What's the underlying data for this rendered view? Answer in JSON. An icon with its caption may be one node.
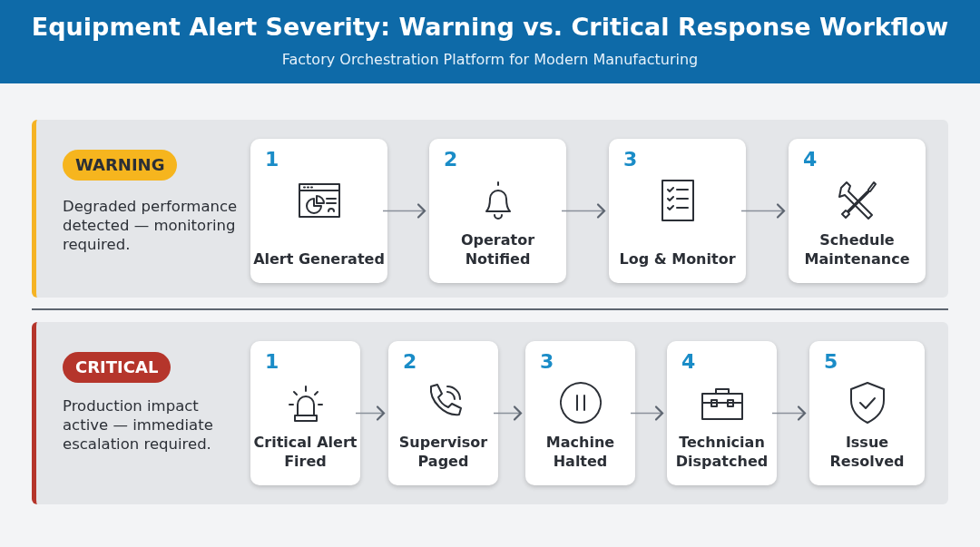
{
  "diagram": {
    "title": "Equipment Alert Severity: Warning vs. Critical Response Workflow",
    "nodes": [
      {
        "text": [
          "WARNING",
          "Degraded performance detected — monitoring required."
        ]
      },
      {
        "text": [
          "1",
          "Alert Generated"
        ],
        "in": 0
      },
      {
        "text": [
          "2",
          "Operator Notified"
        ],
        "in": 0
      },
      {
        "text": [
          "3",
          "Log & Monitor"
        ],
        "in": 0
      },
      {
        "text": [
          "4",
          "Schedule Maintenance"
        ],
        "in": 0
      },
      {
        "text": [
          "CRITICAL",
          "Production impact active — immediate escalation required."
        ]
      },
      {
        "text": [
          "1",
          "Critical Alert Fired"
        ],
        "in": 5
      },
      {
        "text": [
          "2",
          "Supervisor Paged"
        ],
        "in": 5
      },
      {
        "text": [
          "3",
          "Machine Halted"
        ],
        "in": 5
      },
      {
        "text": [
          "4",
          "Technician Dispatched"
        ],
        "in": 5
      },
      {
        "text": [
          "5",
          "Issue Resolved"
        ],
        "in": 5
      }
    ],
    "edges": [
      {
        "from": 1,
        "to": 2,
        "arrow": "to"
      },
      {
        "from": 2,
        "to": 3,
        "arrow": "to"
      },
      {
        "from": 3,
        "to": 4,
        "arrow": "to"
      },
      {
        "from": 6,
        "to": 7,
        "arrow": "to"
      },
      {
        "from": 7,
        "to": 8,
        "arrow": "to"
      },
      {
        "from": 8,
        "to": 9,
        "arrow": "to"
      },
      {
        "from": 9,
        "to": 10,
        "arrow": "to"
      }
    ],
    "labels": [
      "Factory Orchestration Platform for Modern Manufacturing"
    ]
  }
}
